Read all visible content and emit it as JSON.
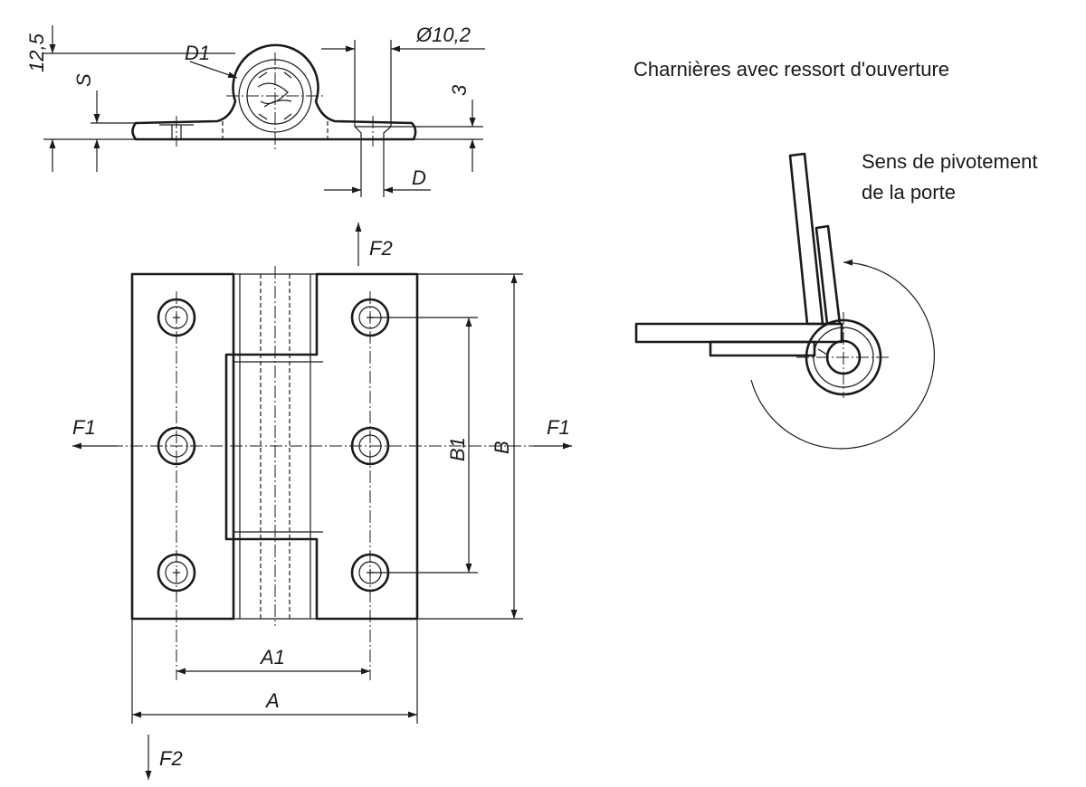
{
  "captions": {
    "title": "Charnières avec ressort d'ouverture",
    "swing_line1": "Sens de pivotement",
    "swing_line2": "de la porte"
  },
  "dimension_labels": {
    "height_total": "12,5",
    "thickness": "S",
    "pin_diameter": "D1",
    "counterbore": "Ø10,2",
    "counterbore_depth": "3",
    "hole_diameter": "D",
    "width": "A",
    "hole_pitch_x": "A1",
    "height": "B",
    "hole_pitch_y": "B1"
  },
  "force_labels": {
    "axial_top": "F2",
    "axial_bottom": "F2",
    "lateral_left": "F1",
    "lateral_right": "F1"
  }
}
